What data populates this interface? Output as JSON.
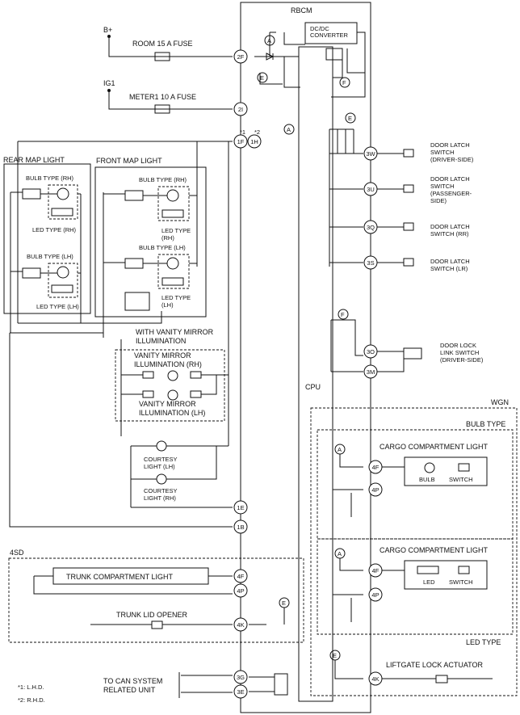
{
  "module": {
    "title": "RBCM",
    "cpu": "CPU",
    "converter": "DC/DC\nCONVERTER"
  },
  "power": {
    "bplus": "B+",
    "ig1": "IG1",
    "room_fuse": "ROOM 15 A FUSE",
    "meter_fuse": "METER1 10 A FUSE"
  },
  "pins": {
    "p2F": "2F",
    "p2I": "2I",
    "p1F": "1F",
    "p1H": "1H",
    "p3W": "3W",
    "p3U": "3U",
    "p3Q": "3Q",
    "p3S": "3S",
    "p3O": "3O",
    "p3M": "3M",
    "p4F_a": "4F",
    "p4P_a": "4P",
    "p4F_b": "4F",
    "p4P_b": "4P",
    "p1E": "1E",
    "p1B": "1B",
    "p4F_c": "4F",
    "p4P_c": "4P",
    "p4K_a": "4K",
    "p4K_b": "4K",
    "p3G": "3G",
    "p3E": "3E"
  },
  "markers": {
    "A": "A",
    "E": "E",
    "F": "F",
    "star1": "*1",
    "star2": "*2"
  },
  "groups": {
    "rear_map": "REAR MAP LIGHT",
    "front_map": "FRONT MAP LIGHT",
    "wgn": "WGN",
    "bulb_type": "BULB TYPE",
    "led_type": "LED TYPE",
    "sd4": "4SD"
  },
  "labels": {
    "bulb_rh": "BULB TYPE (RH)",
    "led_rh": "LED TYPE (RH)",
    "bulb_lh": "BULB TYPE (LH)",
    "led_lh": "LED TYPE (LH)",
    "front_bulb_rh": "BULB TYPE (RH)",
    "front_led_rh": "LED TYPE\n(RH)",
    "front_bulb_lh": "BULB TYPE (LH)",
    "front_led_lh": "LED TYPE\n(LH)",
    "with_vanity": "WITH VANITY MIRROR\nILLUMINATION",
    "vanity_rh": "VANITY MIRROR\nILLUMINATION (RH)",
    "vanity_lh": "VANITY MIRROR\nILLUMINATION (LH)",
    "courtesy_lh": "COURTESY\nLIGHT (LH)",
    "courtesy_rh": "COURTESY\nLIGHT (RH)",
    "dl_driver": "DOOR LATCH\nSWITCH\n(DRIVER-SIDE)",
    "dl_passenger": "DOOR LATCH\nSWITCH\n(PASSENGER-\nSIDE)",
    "dl_rr": "DOOR LATCH\nSWITCH (RR)",
    "dl_lr": "DOOR LATCH\nSWITCH (LR)",
    "lock_link": "DOOR LOCK\nLINK SWITCH\n(DRIVER-SIDE)",
    "cargo_bulb": "CARGO COMPARTMENT LIGHT",
    "cargo_led": "CARGO COMPARTMENT LIGHT",
    "bulb": "BULB",
    "led": "LED",
    "switch_a": "SWITCH",
    "switch_b": "SWITCH",
    "trunk_light": "TRUNK COMPARTMENT LIGHT",
    "trunk_opener": "TRUNK LID OPENER",
    "liftgate": "LIFTGATE LOCK ACTUATOR",
    "can": "TO CAN SYSTEM\nRELATED UNIT"
  },
  "notes": {
    "n1": "*1: L.H.D.",
    "n2": "*2: R.H.D."
  }
}
